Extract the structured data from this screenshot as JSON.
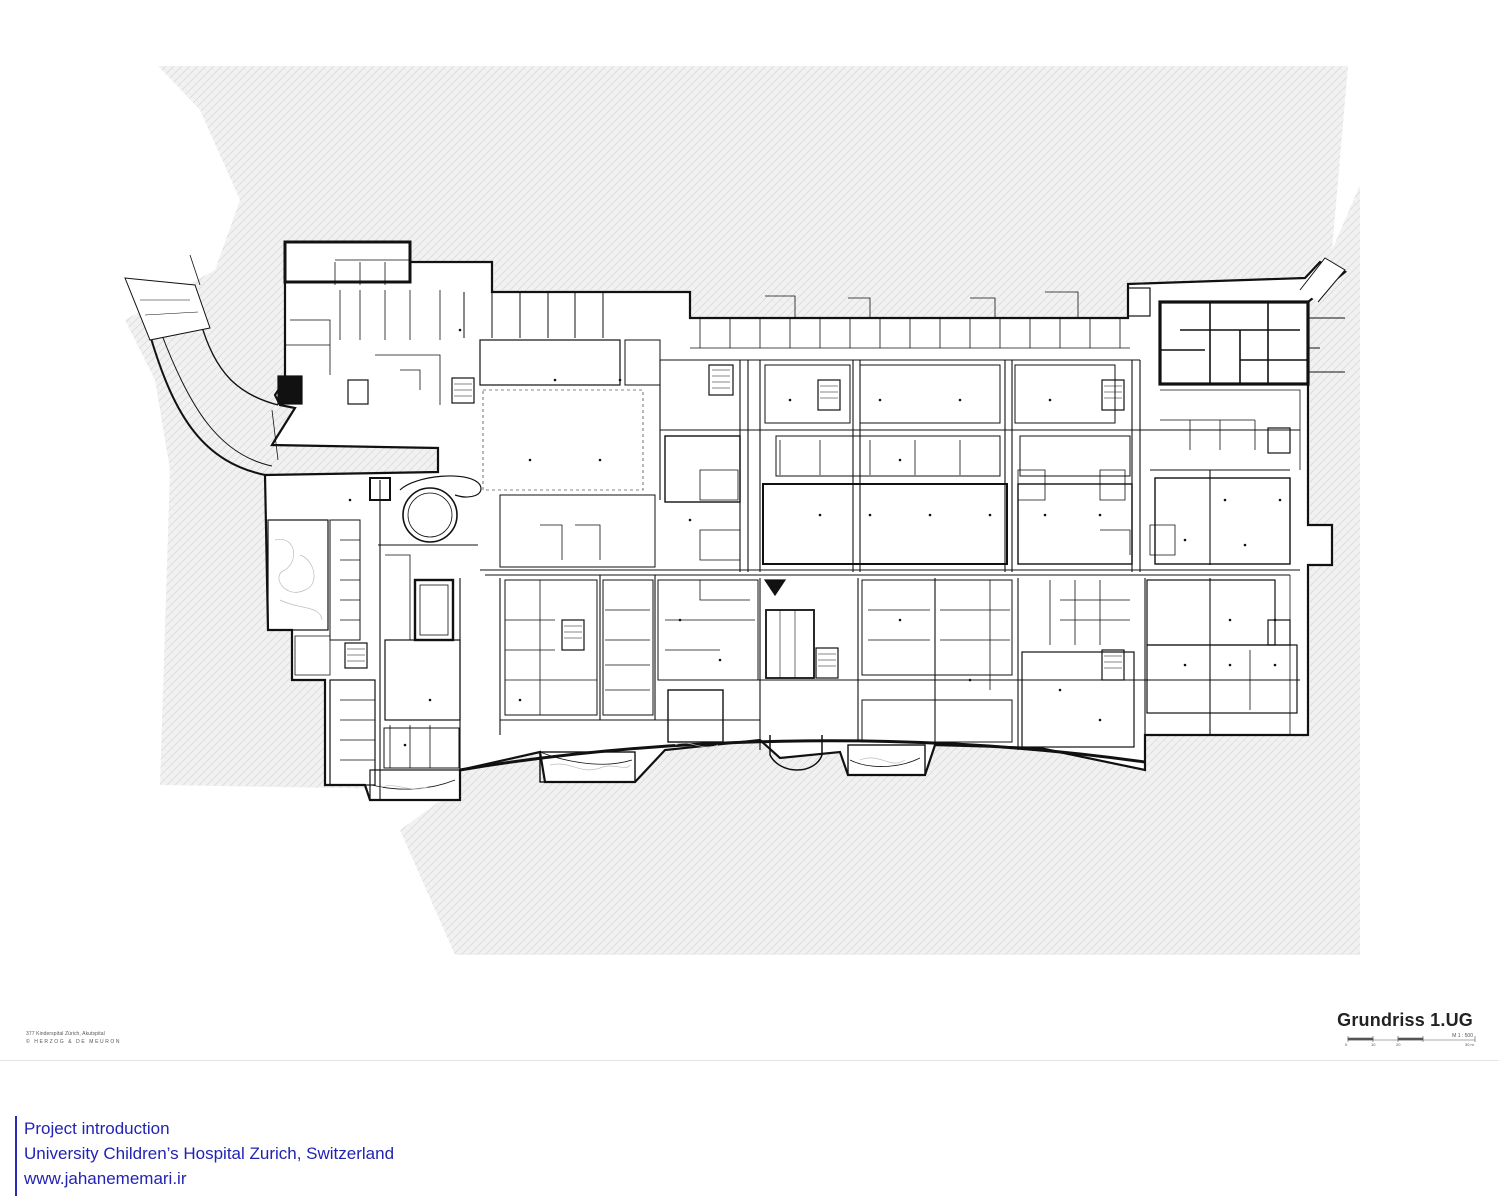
{
  "drawing": {
    "title": "Grundriss 1.UG",
    "scale": "M 1 : 500",
    "scale_ticks": [
      "0",
      "10",
      "20",
      "",
      "30 m"
    ],
    "project_line": "377 Kinderspital Zürich, Akutspital",
    "firm_line": "© HERZOG & DE MEURON"
  },
  "caption": {
    "line1": "Project introduction",
    "line2": "University Children’s Hospital Zurich, Switzerland",
    "line3": "www.jahanememari.ir"
  },
  "colors": {
    "caption_text": "#2323b3",
    "wall": "#111111",
    "terrain_hatch": "#cfcfcf"
  }
}
